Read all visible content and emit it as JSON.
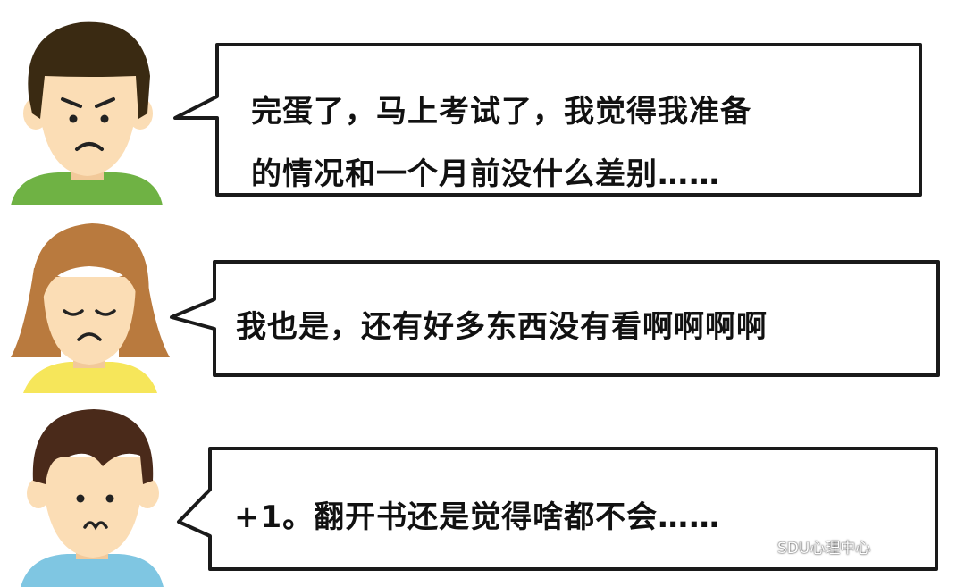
{
  "conversation": [
    {
      "speaker": "boy-1",
      "lines": [
        "完蛋了，马上考试了，我觉得我准备",
        "的情况和一个月前没什么差别……"
      ]
    },
    {
      "speaker": "girl",
      "lines": [
        "我也是，还有好多东西没有看啊啊啊啊"
      ]
    },
    {
      "speaker": "boy-2",
      "lines": [
        "+1。翻开书还是觉得啥都不会……"
      ]
    }
  ],
  "watermark": {
    "text": "SDU心理中心",
    "icon": "wechat-icon"
  },
  "colors": {
    "skin": "#FBDDB5",
    "hair_boy_1": "#3A2A12",
    "hair_girl": "#B97A3E",
    "hair_boy_2": "#4A2A1A",
    "shirt_green": "#6FB244",
    "shirt_yellow": "#F6E65A",
    "shirt_blue": "#7FC6E2",
    "bubble_border": "#1a1a1a"
  }
}
